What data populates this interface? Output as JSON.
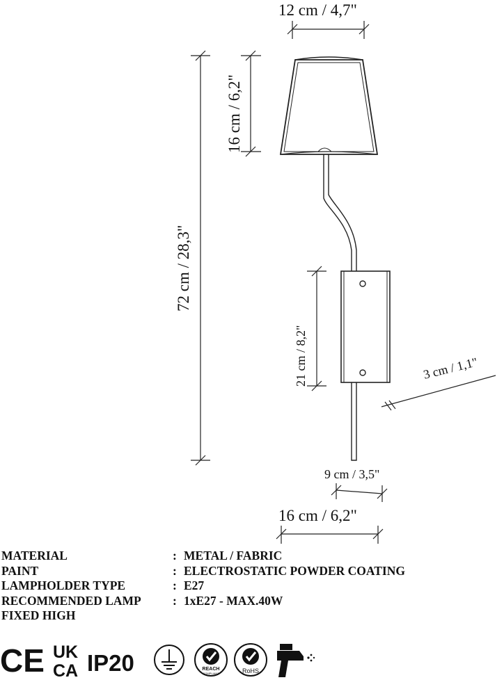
{
  "dimensions": {
    "shade_width": "12 cm / 4,7\"",
    "shade_height": "16 cm / 6,2\"",
    "total_height": "72 cm / 28,3\"",
    "plate_height": "21 cm / 8,2\"",
    "plate_depth": "3 cm / 1,1\"",
    "base_width": "9 cm / 3,5\"",
    "total_depth": "16 cm / 6,2\""
  },
  "specs": [
    {
      "label": "MATERIAL",
      "sep": ":",
      "value": "METAL / FABRIC"
    },
    {
      "label": "PAINT",
      "sep": ":",
      "value": "ELECTROSTATIC POWDER COATING"
    },
    {
      "label": "LAMPHOLDER TYPE",
      "sep": ":",
      "value": "E27"
    },
    {
      "label": "RECOMMENDED LAMP",
      "sep": ":",
      "value": "1xE27 - MAX.40W"
    },
    {
      "label": "FIXED HIGH",
      "sep": "",
      "value": ""
    }
  ],
  "certifications": {
    "ce": "CE",
    "ukca_top": "UK",
    "ukca_bottom": "CA",
    "ip": "IP20",
    "reach": "REACH",
    "reach_sub": "COMPLIANT",
    "rohs": "RoHS"
  }
}
